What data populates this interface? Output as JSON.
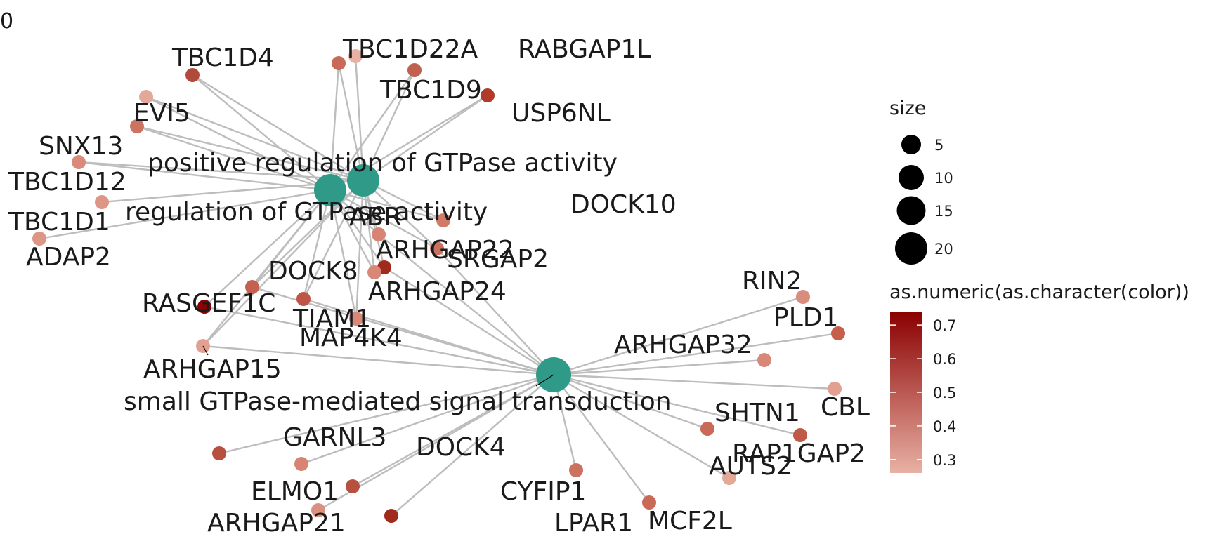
{
  "corner_label": "0",
  "legend": {
    "size_title": "size",
    "size_items": [
      {
        "label": "5",
        "value": 5
      },
      {
        "label": "10",
        "value": 10
      },
      {
        "label": "15",
        "value": 15
      },
      {
        "label": "20",
        "value": 20
      }
    ],
    "color_title": "as.numeric(as.character(color))",
    "color_ticks": [
      {
        "label": "0.7",
        "value": 0.7
      },
      {
        "label": "0.6",
        "value": 0.6
      },
      {
        "label": "0.5",
        "value": 0.5
      },
      {
        "label": "0.4",
        "value": 0.4
      },
      {
        "label": "0.3",
        "value": 0.3
      }
    ],
    "color_range": [
      0.26,
      0.74
    ],
    "color_low": "#E8B1A4",
    "color_high": "#8B0000"
  },
  "category_color": "#2E9A87",
  "edge_color": "#bdbdbd",
  "categories": [
    {
      "id": "positive regulation of GTPase activity",
      "label": "positive regulation of GTPase activity"
    },
    {
      "id": "regulation of GTPase activity",
      "label": "regulation of GTPase activity"
    },
    {
      "id": "small GTPase-mediated signal transduction",
      "label": "small GTPase-mediated signal transduction"
    }
  ],
  "genes": [
    {
      "label": "TBC1D4",
      "color": "#B04A3A",
      "value": 0.62
    },
    {
      "label": "TBC1D22A",
      "color": "#C96A58",
      "value": 0.5
    },
    {
      "label": "RABGAP1L",
      "color": "#E8B1A4",
      "value": 0.28
    },
    {
      "label": "TBC1D9",
      "color": "#C0604E",
      "value": 0.53
    },
    {
      "label": "USP6NL",
      "color": "#B23A28",
      "value": 0.65
    },
    {
      "label": "EVI5",
      "color": "#E4A898",
      "value": 0.31
    },
    {
      "label": "SNX13",
      "color": "#CC7362",
      "value": 0.46
    },
    {
      "label": "TBC1D12",
      "color": "#DB8A7A",
      "value": 0.4
    },
    {
      "label": "TBC1D1",
      "color": "#DD9585",
      "value": 0.37
    },
    {
      "label": "ADAP2",
      "color": "#DD9585",
      "value": 0.37
    },
    {
      "label": "ABR",
      "color": "#D88474",
      "value": 0.42
    },
    {
      "label": "DOCK10",
      "color": "#D27A68",
      "value": 0.44
    },
    {
      "label": "SRGAP2",
      "color": "#CC705F",
      "value": 0.47
    },
    {
      "label": "ARHGAP22",
      "color": "#A02A1C",
      "value": 0.68
    },
    {
      "label": "ARHGAP24",
      "color": "#D98777",
      "value": 0.41
    },
    {
      "label": "DOCK8",
      "color": "#C4604F",
      "value": 0.53
    },
    {
      "label": "TIAM1",
      "color": "#BF5645",
      "value": 0.56
    },
    {
      "label": "RASGEF1C",
      "color": "#8B0000",
      "value": 0.74
    },
    {
      "label": "MAP4K4",
      "color": "#D98777",
      "value": 0.41
    },
    {
      "label": "ARHGAP15",
      "color": "#E2A090",
      "value": 0.33
    },
    {
      "label": "RIN2",
      "color": "#DB8D7D",
      "value": 0.39
    },
    {
      "label": "PLD1",
      "color": "#C65F4C",
      "value": 0.53
    },
    {
      "label": "ARHGAP32",
      "color": "#D98777",
      "value": 0.41
    },
    {
      "label": "CBL",
      "color": "#E2A090",
      "value": 0.33
    },
    {
      "label": "SHTN1",
      "color": "#C96A58",
      "value": 0.5
    },
    {
      "label": "RAP1GAP2",
      "color": "#C05A48",
      "value": 0.55
    },
    {
      "label": "AUTS2",
      "color": "#E4A898",
      "value": 0.31
    },
    {
      "label": "GARNL3",
      "color": "#B85040",
      "value": 0.59
    },
    {
      "label": "DOCK4",
      "color": "#D88474",
      "value": 0.42
    },
    {
      "label": "ELMO1",
      "color": "#B85040",
      "value": 0.59
    },
    {
      "label": "ARHGAP21",
      "color": "#DB9080",
      "value": 0.38
    },
    {
      "label": "CYFIP1",
      "color": "#CC705F",
      "value": 0.47
    },
    {
      "label": "LPAR1",
      "color": "#A02A1C",
      "value": 0.69
    },
    {
      "label": "MCF2L",
      "color": "#C96A58",
      "value": 0.5
    }
  ],
  "edges": [
    [
      "positive regulation of GTPase activity",
      "TBC1D4"
    ],
    [
      "positive regulation of GTPase activity",
      "TBC1D22A"
    ],
    [
      "positive regulation of GTPase activity",
      "RABGAP1L"
    ],
    [
      "positive regulation of GTPase activity",
      "TBC1D9"
    ],
    [
      "positive regulation of GTPase activity",
      "USP6NL"
    ],
    [
      "positive regulation of GTPase activity",
      "EVI5"
    ],
    [
      "positive regulation of GTPase activity",
      "SNX13"
    ],
    [
      "positive regulation of GTPase activity",
      "TBC1D12"
    ],
    [
      "positive regulation of GTPase activity",
      "TBC1D1"
    ],
    [
      "positive regulation of GTPase activity",
      "ABR"
    ],
    [
      "positive regulation of GTPase activity",
      "DOCK10"
    ],
    [
      "positive regulation of GTPase activity",
      "SRGAP2"
    ],
    [
      "positive regulation of GTPase activity",
      "ARHGAP22"
    ],
    [
      "positive regulation of GTPase activity",
      "ARHGAP24"
    ],
    [
      "positive regulation of GTPase activity",
      "DOCK8"
    ],
    [
      "positive regulation of GTPase activity",
      "TIAM1"
    ],
    [
      "positive regulation of GTPase activity",
      "MAP4K4"
    ],
    [
      "positive regulation of GTPase activity",
      "ARHGAP15"
    ],
    [
      "regulation of GTPase activity",
      "TBC1D4"
    ],
    [
      "regulation of GTPase activity",
      "TBC1D22A"
    ],
    [
      "regulation of GTPase activity",
      "TBC1D9"
    ],
    [
      "regulation of GTPase activity",
      "USP6NL"
    ],
    [
      "regulation of GTPase activity",
      "EVI5"
    ],
    [
      "regulation of GTPase activity",
      "SNX13"
    ],
    [
      "regulation of GTPase activity",
      "TBC1D12"
    ],
    [
      "regulation of GTPase activity",
      "ADAP2"
    ],
    [
      "regulation of GTPase activity",
      "ABR"
    ],
    [
      "regulation of GTPase activity",
      "DOCK10"
    ],
    [
      "regulation of GTPase activity",
      "SRGAP2"
    ],
    [
      "regulation of GTPase activity",
      "ARHGAP22"
    ],
    [
      "regulation of GTPase activity",
      "ARHGAP24"
    ],
    [
      "regulation of GTPase activity",
      "DOCK8"
    ],
    [
      "regulation of GTPase activity",
      "TIAM1"
    ],
    [
      "regulation of GTPase activity",
      "RASGEF1C"
    ],
    [
      "regulation of GTPase activity",
      "MAP4K4"
    ],
    [
      "regulation of GTPase activity",
      "ARHGAP15"
    ],
    [
      "small GTPase-mediated signal transduction",
      "ABR"
    ],
    [
      "small GTPase-mediated signal transduction",
      "SRGAP2"
    ],
    [
      "small GTPase-mediated signal transduction",
      "DOCK8"
    ],
    [
      "small GTPase-mediated signal transduction",
      "TIAM1"
    ],
    [
      "small GTPase-mediated signal transduction",
      "RASGEF1C"
    ],
    [
      "small GTPase-mediated signal transduction",
      "ARHGAP15"
    ],
    [
      "small GTPase-mediated signal transduction",
      "ARHGAP22"
    ],
    [
      "small GTPase-mediated signal transduction",
      "RIN2"
    ],
    [
      "small GTPase-mediated signal transduction",
      "PLD1"
    ],
    [
      "small GTPase-mediated signal transduction",
      "ARHGAP32"
    ],
    [
      "small GTPase-mediated signal transduction",
      "CBL"
    ],
    [
      "small GTPase-mediated signal transduction",
      "SHTN1"
    ],
    [
      "small GTPase-mediated signal transduction",
      "RAP1GAP2"
    ],
    [
      "small GTPase-mediated signal transduction",
      "AUTS2"
    ],
    [
      "small GTPase-mediated signal transduction",
      "GARNL3"
    ],
    [
      "small GTPase-mediated signal transduction",
      "DOCK4"
    ],
    [
      "small GTPase-mediated signal transduction",
      "ELMO1"
    ],
    [
      "small GTPase-mediated signal transduction",
      "ARHGAP21"
    ],
    [
      "small GTPase-mediated signal transduction",
      "CYFIP1"
    ],
    [
      "small GTPase-mediated signal transduction",
      "LPAR1"
    ],
    [
      "small GTPase-mediated signal transduction",
      "MCF2L"
    ]
  ]
}
